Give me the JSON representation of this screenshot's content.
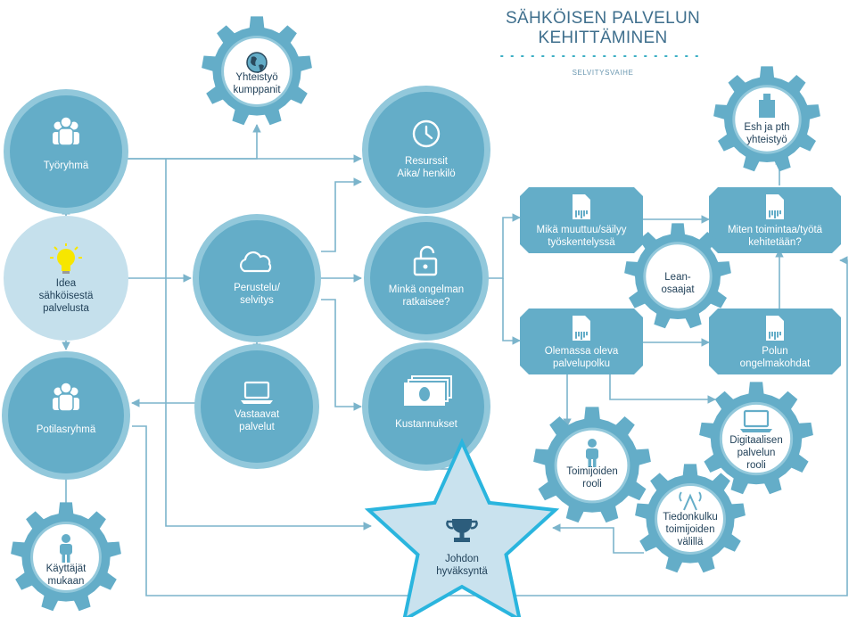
{
  "title": {
    "line1": "SÄHKÖISEN PALVELUN",
    "line2": "KEHITTÄMINEN",
    "subtitle": "SELVITYSVAIHE"
  },
  "colors": {
    "node": "#64adc8",
    "node_ring": "#92c8db",
    "node_light": "#c5e0ec",
    "gear_text": "#1f3f57",
    "arrow": "#7bb4cb",
    "accent_dots": "#3aaec4",
    "star_border": "#2ab5de",
    "star_fill": "#c9e2ee"
  },
  "nodes": {
    "tyoryhma": {
      "label": "Työryhmä",
      "icon": "people-icon"
    },
    "idea": {
      "label": "Idea\nsähköisestä\npalvelusta",
      "icon": "lightbulb-icon"
    },
    "potilasryhma": {
      "label": "Potilasryhmä",
      "icon": "people-icon"
    },
    "kayttajat": {
      "label": "Käyttäjät\nmukaan",
      "icon": "person-icon"
    },
    "yhteistyo": {
      "label": "Yhteistyö\nkumppanit",
      "icon": "globe-icon"
    },
    "perustelu": {
      "label": "Perustelu/\nselvitys",
      "icon": "cloud-icon"
    },
    "vastaavat": {
      "label": "Vastaavat\npalvelut",
      "icon": "laptop-icon"
    },
    "resurssit": {
      "label": "Resurssit\nAika/ henkilö",
      "icon": "clock-icon"
    },
    "ongelma": {
      "label": "Minkä ongelman\nratkaisee?",
      "icon": "unlock-icon"
    },
    "kustannukset": {
      "label": "Kustannukset",
      "icon": "money-icon"
    },
    "johdon": {
      "label": "Johdon\nhyväksyntä",
      "icon": "trophy-icon"
    },
    "muuttuu": {
      "label": "Mikä muuttuu/säilyy\ntyöskentelyssä",
      "icon": "document-icon"
    },
    "miten": {
      "label": "Miten toimintaa/työtä\nkehitetään?",
      "icon": "document-icon"
    },
    "lean": {
      "label": "Lean-\nosaajat",
      "icon": "pulse-icon"
    },
    "esh": {
      "label": "Esh ja pth\nyhteistyö",
      "icon": "hospital-icon"
    },
    "olemassa": {
      "label": "Olemassa oleva\npalvelupolku",
      "icon": "document-icon"
    },
    "polun": {
      "label": "Polun\nongelmakohdat",
      "icon": "document-icon"
    },
    "toimijoiden": {
      "label": "Toimijoiden\nrooli",
      "icon": "person-icon"
    },
    "digitaalisen": {
      "label": "Digitaalisen\npalvelun\nrooli",
      "icon": "laptop-icon"
    },
    "tiedonkulku": {
      "label": "Tiedonkulku\ntoimijoiden\nvälillä",
      "icon": "broadcast-icon"
    }
  }
}
